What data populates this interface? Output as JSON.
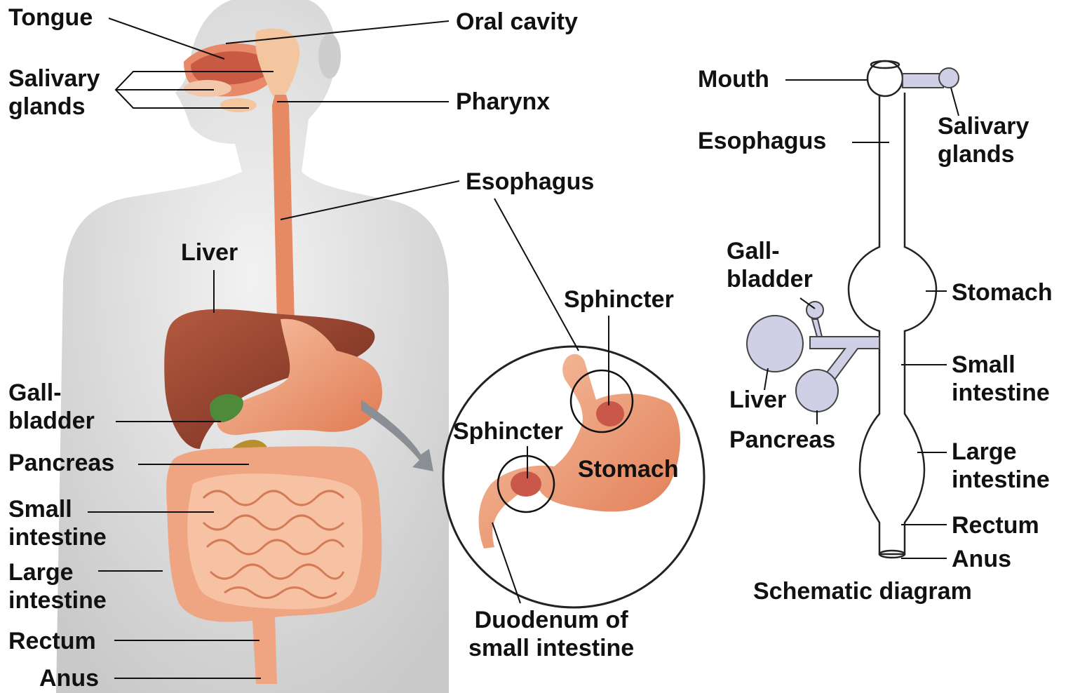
{
  "anatomy_labels": {
    "tongue": "Tongue",
    "oral_cavity": "Oral cavity",
    "salivary_glands": "Salivary\nglands",
    "pharynx": "Pharynx",
    "esophagus": "Esophagus",
    "liver": "Liver",
    "gallbladder": "Gall-\nbladder",
    "pancreas": "Pancreas",
    "small_intestine": "Small\nintestine",
    "large_intestine": "Large\nintestine",
    "rectum": "Rectum",
    "anus": "Anus"
  },
  "inset_labels": {
    "sphincter_upper": "Sphincter",
    "sphincter_lower": "Sphincter",
    "stomach": "Stomach",
    "duodenum": "Duodenum of\nsmall intestine"
  },
  "schematic_labels": {
    "mouth": "Mouth",
    "salivary_glands": "Salivary\nglands",
    "esophagus": "Esophagus",
    "gallbladder": "Gall-\nbladder",
    "stomach": "Stomach",
    "liver": "Liver",
    "small_intestine": "Small\nintestine",
    "pancreas": "Pancreas",
    "large_intestine": "Large\nintestine",
    "rectum": "Rectum",
    "anus": "Anus",
    "caption": "Schematic diagram"
  },
  "colors": {
    "body_skin": "#d9d9d9",
    "organ_orange": "#ef9a73",
    "liver_brown": "#8e3b28",
    "pancreas_olive": "#b5902c",
    "gallbladder_green": "#4f8a3a",
    "schematic_fill": "#cfcfe6",
    "line": "#111111"
  }
}
